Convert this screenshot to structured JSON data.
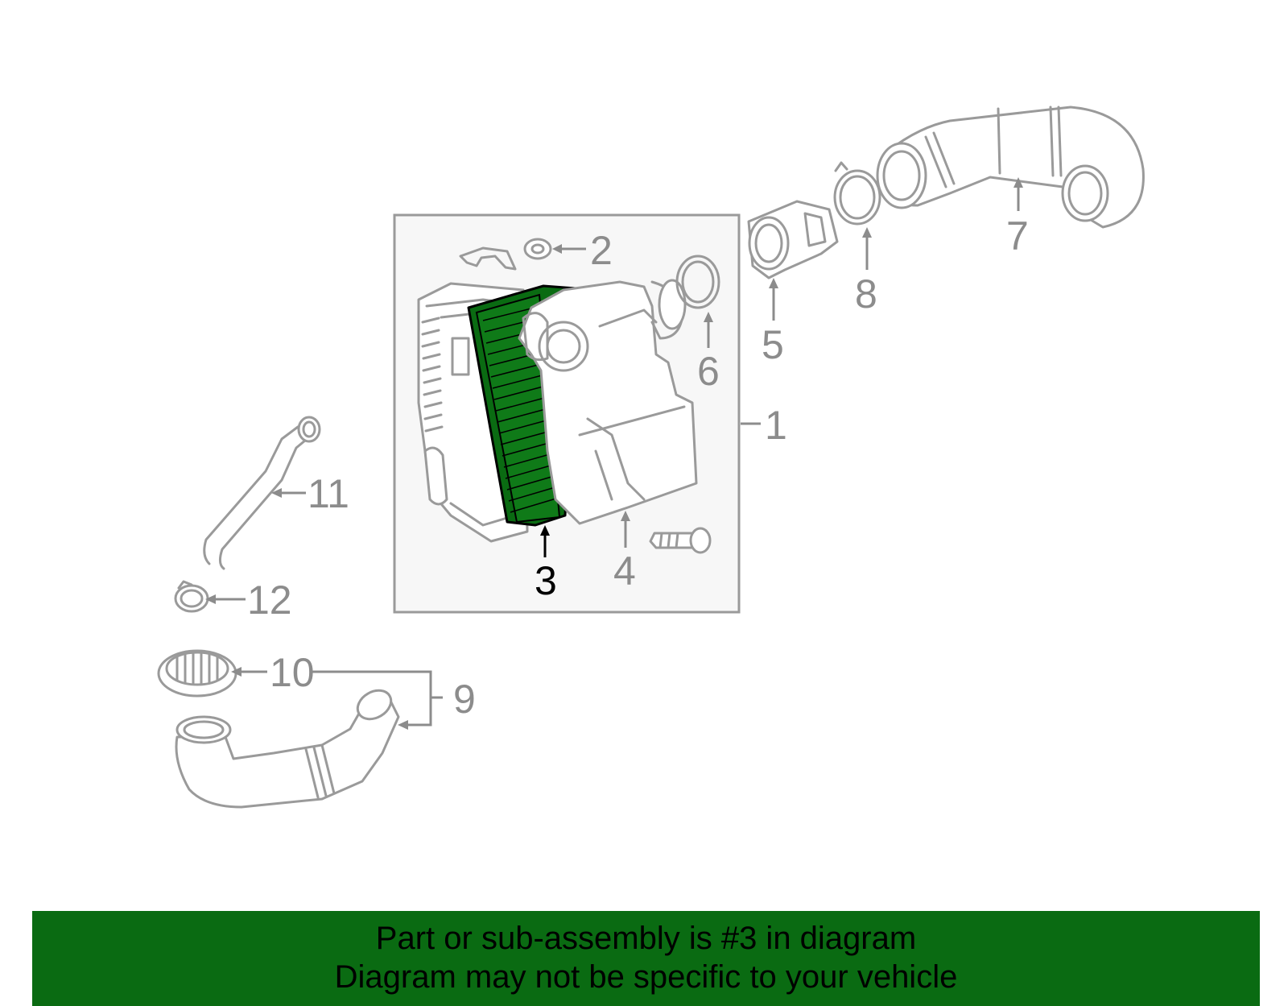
{
  "diagram": {
    "callouts": [
      {
        "id": "1",
        "label": "1"
      },
      {
        "id": "2",
        "label": "2"
      },
      {
        "id": "3",
        "label": "3",
        "highlighted": true
      },
      {
        "id": "4",
        "label": "4"
      },
      {
        "id": "5",
        "label": "5"
      },
      {
        "id": "6",
        "label": "6"
      },
      {
        "id": "7",
        "label": "7"
      },
      {
        "id": "8",
        "label": "8"
      },
      {
        "id": "9",
        "label": "9"
      },
      {
        "id": "10",
        "label": "10"
      },
      {
        "id": "11",
        "label": "11"
      },
      {
        "id": "12",
        "label": "12"
      }
    ],
    "colors": {
      "highlight_part": "#0a6b12",
      "line_art": "#9a9a9a",
      "group_box_fill": "#f7f7f7",
      "banner_background": "#0a6b12"
    }
  },
  "banner": {
    "line1": "Part or sub-assembly is #3 in diagram",
    "line2": "Diagram may not be specific to your vehicle"
  }
}
